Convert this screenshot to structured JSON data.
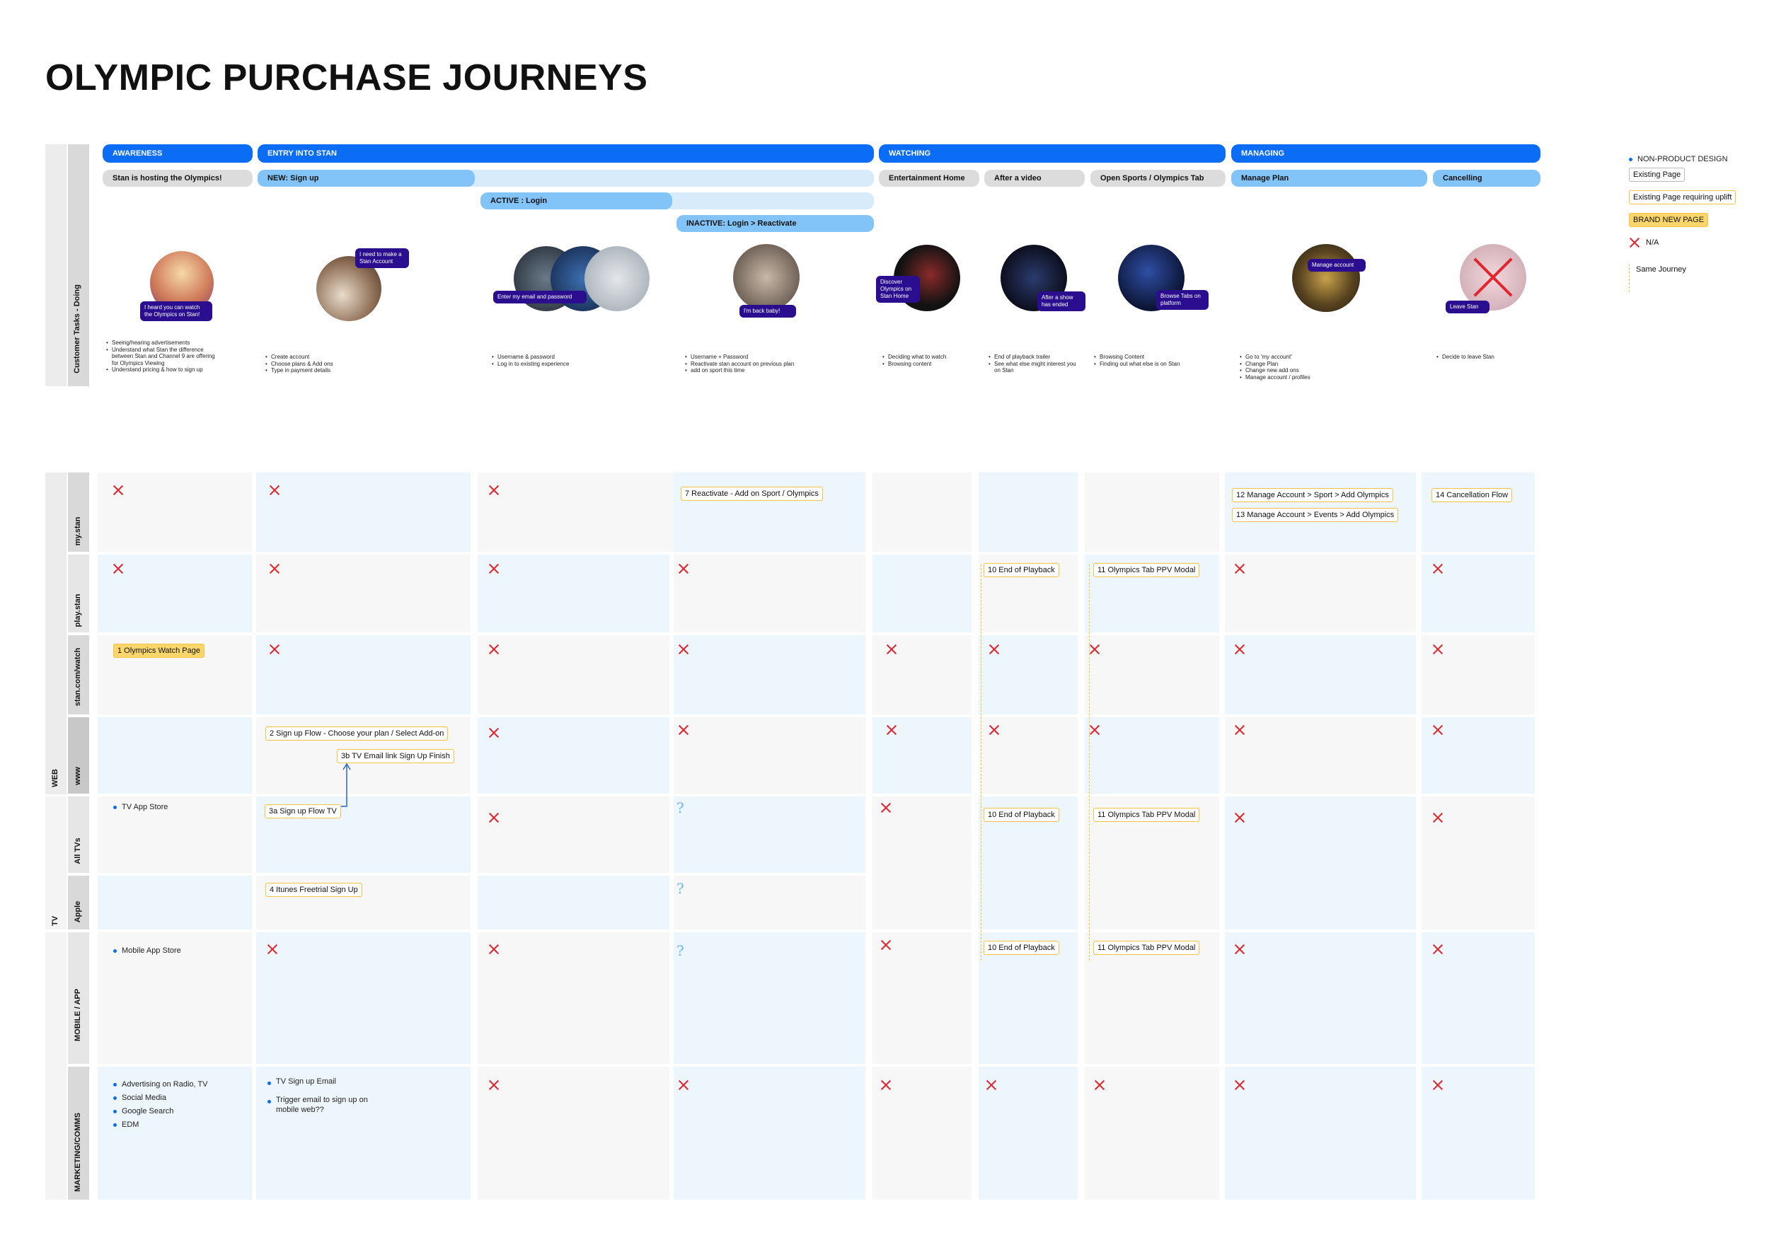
{
  "title": "OLYMPIC PURCHASE JOURNEYS",
  "phases": [
    "AWARENESS",
    "ENTRY INTO STAN",
    "WATCHING",
    "MANAGING"
  ],
  "steps": {
    "awareness": "Stan is hosting the Olympics!",
    "signup": "NEW: Sign up",
    "login": "ACTIVE : Login",
    "reactivate": "INACTIVE: Login > Reactivate",
    "ent_home": "Entertainment Home",
    "after_video": "After a video",
    "sports_tab": "Open Sports / Olympics Tab",
    "manage_plan": "Manage Plan",
    "cancelling": "Cancelling"
  },
  "lane_labels": {
    "customer": "Customer Tasks - Doing",
    "mystan": "my.stan",
    "playstan": "play.stan",
    "stanwatch": "stan.com/watch",
    "www": "www",
    "alltvs": "All TVs",
    "apple": "Apple",
    "mobile": "MOBILE / APP",
    "marketing": "MARKETING/COMMS",
    "web": "WEB",
    "tv": "TV"
  },
  "bubbles": {
    "awareness": "I heard you can watch the Olympics on Stan!",
    "signup": "I need to make a Stan Account",
    "login": "Enter my email and password",
    "reactivate": "I'm back baby!",
    "ent_home": "Discover Olympics on Stan Home",
    "after_video": "After a show has ended",
    "sports_tab": "Browse Tabs on platform",
    "manage_plan": "Manage account",
    "cancelling": "Leave Stan"
  },
  "tasks": {
    "awareness": [
      "Seeing/hearing advertisements",
      "Understand what Stan the difference between Stan and Channel 9 are offering for Olympics Viewing",
      "Understand pricing & how to sign up"
    ],
    "signup": [
      "Create account",
      "Choose plans & Add ons",
      "Type in payment details"
    ],
    "login": [
      "Username & password",
      "Log in to existing experience"
    ],
    "reactivate": [
      "Username + Password",
      "Reactivate stan account on previous plan",
      "add on sport this time"
    ],
    "ent_home": [
      "Deciding what to watch",
      "Browsing content"
    ],
    "after_video": [
      "End of playback trailer",
      "See what else might interest you on Stan"
    ],
    "sports_tab": [
      "Browsing Content",
      "Finding out what else is on Stan"
    ],
    "manage_plan": [
      "Go to 'my account'",
      "Change Plan",
      "Change new add ons",
      "Manage account / profiles"
    ],
    "cancelling": [
      "Decide to leave Stan"
    ]
  },
  "tags": {
    "t7": "7 Reactivate - Add on Sport / Olympics",
    "t12": "12 Manage Account > Sport > Add Olympics",
    "t13": "13 Manage Account > Events > Add Olympics",
    "t14": "14 Cancellation Flow",
    "t10": "10 End of Playback",
    "t11": "11 Olympics Tab PPV Modal",
    "t1": "1 Olympics Watch Page",
    "t2": "2 Sign up Flow - Choose your plan / Select Add-on",
    "t3b": "3b TV Email link Sign Up Finish",
    "t3a": "3a Sign up Flow TV",
    "t4": "4 Itunes Freetrial Sign Up"
  },
  "lists": {
    "tv_store": [
      "TV App Store"
    ],
    "mobile_store": [
      "Mobile App Store"
    ],
    "marketing": [
      "Advertising on Radio, TV",
      "Social Media",
      "Google Search",
      "EDM"
    ],
    "marketing_signup": [
      "TV Sign up Email",
      "Trigger email to sign up on mobile web??"
    ]
  },
  "legend": {
    "non_product": "NON-PRODUCT DESIGN",
    "existing": "Existing Page",
    "uplift": "Existing Page requiring uplift",
    "brand_new": "BRAND NEW PAGE",
    "na": "N/A",
    "same": "Same Journey"
  },
  "colors": {
    "phase": "#0b6cf5",
    "lane_blue": "#eef6fd",
    "lane_grey": "#f7f7f7",
    "na": "#e0262f",
    "new": "#fad66b",
    "bubble": "#2a0e8f"
  }
}
